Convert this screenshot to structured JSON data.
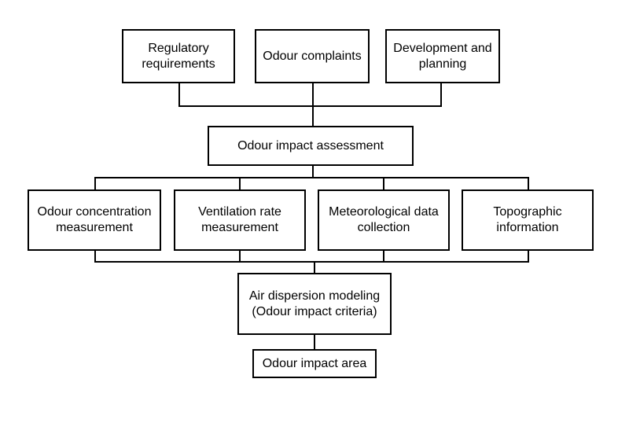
{
  "diagram": {
    "inputs": {
      "regulatory": "Regulatory requirements",
      "complaints": "Odour complaints",
      "development": "Development and planning"
    },
    "assessment": "Odour impact assessment",
    "data_sources": {
      "concentration": "Odour concentration measurement",
      "ventilation": "Ventilation rate measurement",
      "meteorological": "Meteorological data collection",
      "topographic": "Topographic information"
    },
    "modeling": "Air dispersion modeling (Odour impact criteria)",
    "output": "Odour impact area"
  },
  "colors": {
    "stroke": "#000000",
    "background": "#ffffff"
  }
}
